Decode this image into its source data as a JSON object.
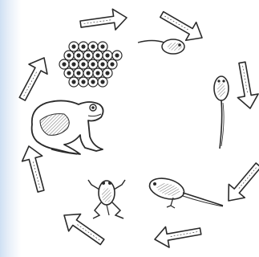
{
  "diagram": {
    "type": "cycle",
    "stages": [
      {
        "id": "egg-mass",
        "icon": "frog-eggs-icon"
      },
      {
        "id": "hatchling",
        "icon": "hatchling-tadpole-icon"
      },
      {
        "id": "tadpole",
        "icon": "tadpole-icon"
      },
      {
        "id": "tadpole-with-legs",
        "icon": "tadpole-legs-icon"
      },
      {
        "id": "froglet",
        "icon": "froglet-icon"
      },
      {
        "id": "adult-frog",
        "icon": "adult-frog-icon"
      }
    ],
    "arrow_count": 8,
    "colors": {
      "line": "#2a2a2a",
      "arrow_fill": "#ffffff",
      "background_edge": "#cfe0f3"
    }
  }
}
